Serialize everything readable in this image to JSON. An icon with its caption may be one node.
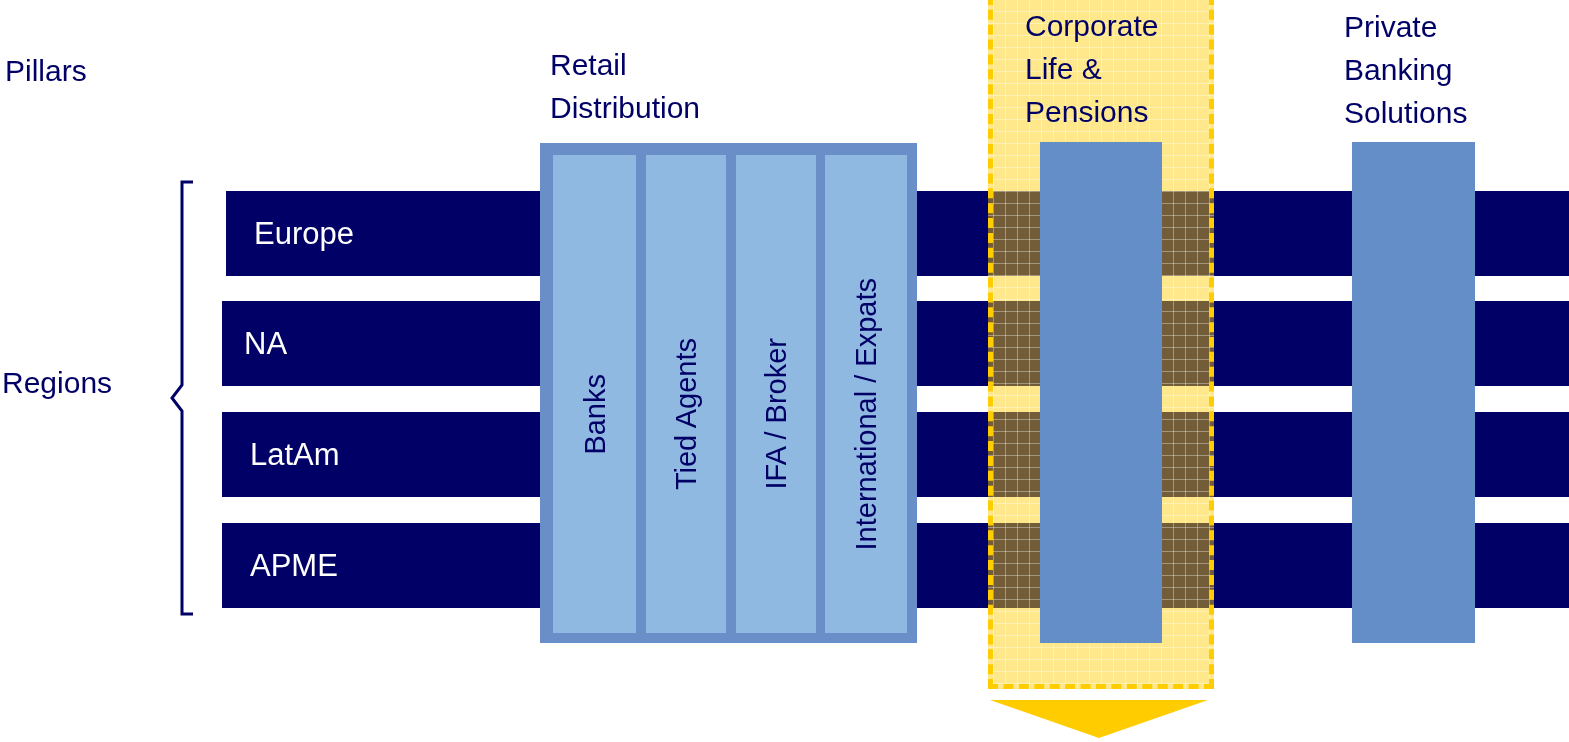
{
  "diagram": {
    "nodes": [
      {
        "text": [
          "Europe"
        ]
      },
      {
        "text": [
          "NA"
        ]
      },
      {
        "text": [
          "LatAm"
        ]
      },
      {
        "text": [
          "APME"
        ]
      },
      {
        "text": [
          "Retail Distribution"
        ]
      },
      {
        "text": [
          "Banks"
        ],
        "in": 4
      },
      {
        "text": [
          "Tied Agents"
        ],
        "in": 4
      },
      {
        "text": [
          "IFA / Broker"
        ],
        "in": 4
      },
      {
        "text": [
          "International / Expats"
        ],
        "in": 4
      },
      {
        "text": [
          "Corporate Life & Pensions"
        ]
      },
      {
        "text": [],
        "shape": "bar",
        "in": 9
      },
      {
        "text": [
          "Private Banking Solutions"
        ]
      }
    ],
    "labels": [
      "Pillars",
      "Regions"
    ]
  }
}
